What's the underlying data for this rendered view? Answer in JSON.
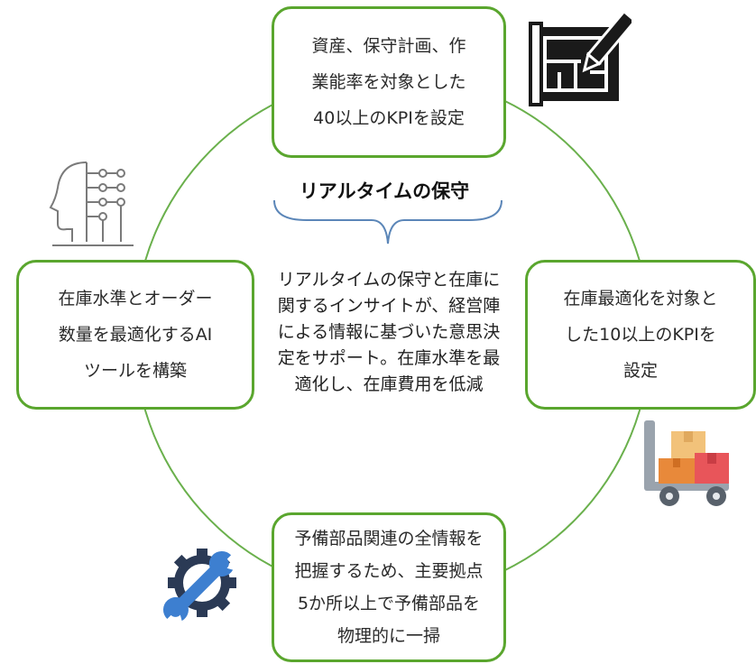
{
  "center": {
    "title": "リアルタイムの保守",
    "description": "リアルタイムの保守と在庫に関するインサイトが、経営陣による情報に基づいた意思決定をサポート。在庫水準を最適化し、在庫費用を低減"
  },
  "cards": {
    "top": [
      "資産、保守計画、作",
      "業能率を対象とした",
      "40以上のKPIを設定"
    ],
    "left": [
      "在庫水準とオーダー",
      "数量を最適化するAI",
      "ツールを構築"
    ],
    "right": [
      "在庫最適化を対象と",
      "した10以上のKPIを",
      "設定"
    ],
    "bottom": [
      "予備部品関連の全情報を",
      "把握するため、主要拠点",
      "5か所以上で予備部品を",
      "物理的に一掃"
    ]
  },
  "icons": {
    "top_right": "blueprint-pencil-icon",
    "top_left": "ai-head-circuit-icon",
    "bottom_right": "cart-boxes-icon",
    "bottom_left": "wrench-gear-icon"
  },
  "colors": {
    "accent_green": "#5aa62e",
    "ring_green": "#6ab04c",
    "brace_blue": "#5b86b8",
    "wrench_blue": "#3d7fd0",
    "box_orange": "#e8893a"
  }
}
